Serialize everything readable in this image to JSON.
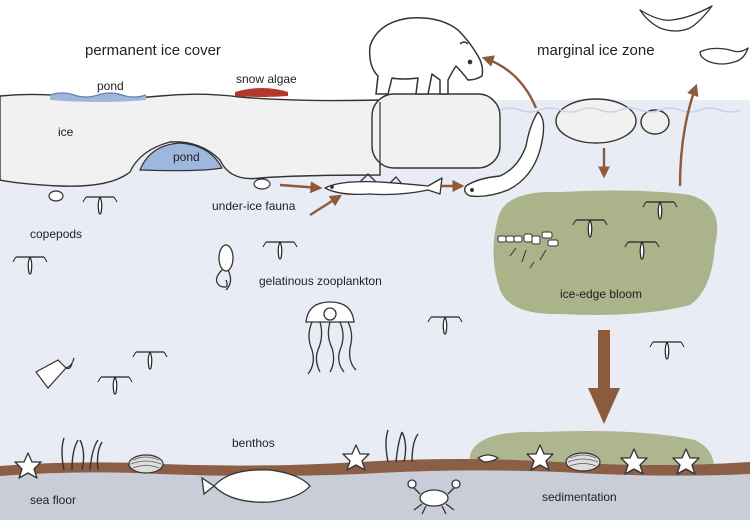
{
  "labels": {
    "permanent_ice_cover": "permanent ice cover",
    "marginal_ice_zone": "marginal ice zone",
    "pond_surface": "pond",
    "snow_algae": "snow algae",
    "ice": "ice",
    "pond_under": "pond",
    "under_ice_fauna": "under-ice fauna",
    "copepods": "copepods",
    "gelatinous_zooplankton": "gelatinous zooplankton",
    "ice_edge_bloom": "ice-edge bloom",
    "benthos": "benthos",
    "sea_floor": "sea floor",
    "sedimentation": "sedimentation"
  },
  "colors": {
    "water": "#e9ecf4",
    "ice": "#f1f1f1",
    "pond": "#9fb7dd",
    "snow_algae": "#b3372e",
    "bloom": "#a3ad7e",
    "seafloor": "#8b5e45",
    "arrow": "#8c5a3c"
  },
  "icons": [
    "polar-bear-icon",
    "seal-icon",
    "fish-icon",
    "bird-icon",
    "jellyfish-icon",
    "copepod-icon",
    "crab-icon",
    "starfish-icon",
    "clam-icon",
    "flatfish-icon",
    "shrimp-icon",
    "squid-icon"
  ]
}
